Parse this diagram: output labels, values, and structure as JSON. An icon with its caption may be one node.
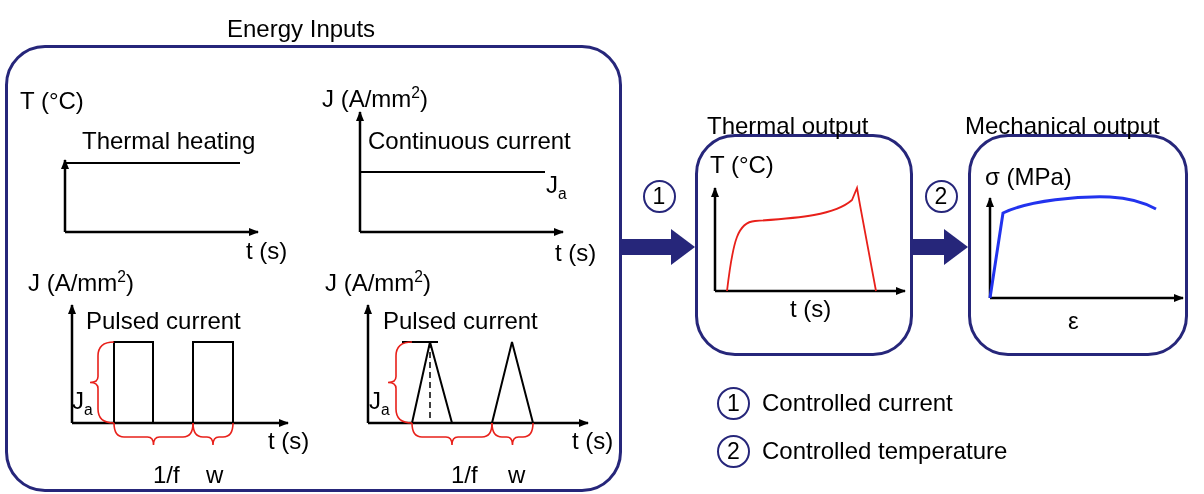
{
  "diagram": {
    "nodes": [
      {
        "text": [
          "Energy Inputs"
        ]
      },
      {
        "text": [
          "Thermal output"
        ]
      },
      {
        "text": [
          "Mechanical output"
        ]
      }
    ],
    "edges": [
      {
        "from": 0,
        "to": 1,
        "arrow": "to",
        "label": "1"
      },
      {
        "from": 1,
        "to": 2,
        "arrow": "to",
        "label": "2"
      }
    ],
    "labels": [
      "T (°C)",
      "Thermal heating",
      "t (s)",
      "J (A/mm$^{2}$)",
      "Continuous current",
      "J$_{a}$",
      "t (s)",
      "J (A/mm$^{2}$)",
      "Pulsed current",
      "J$_{a}$",
      "t (s)",
      "1/f",
      "w",
      "J (A/mm$^{2}$)",
      "Pulsed current",
      "J$_{a}$",
      "t (s)",
      "1/f",
      "w",
      "T (°C)",
      "t (s)",
      "σ (MPa)",
      "ε",
      "1",
      "Controlled current",
      "2",
      "Controlled temperature"
    ]
  }
}
